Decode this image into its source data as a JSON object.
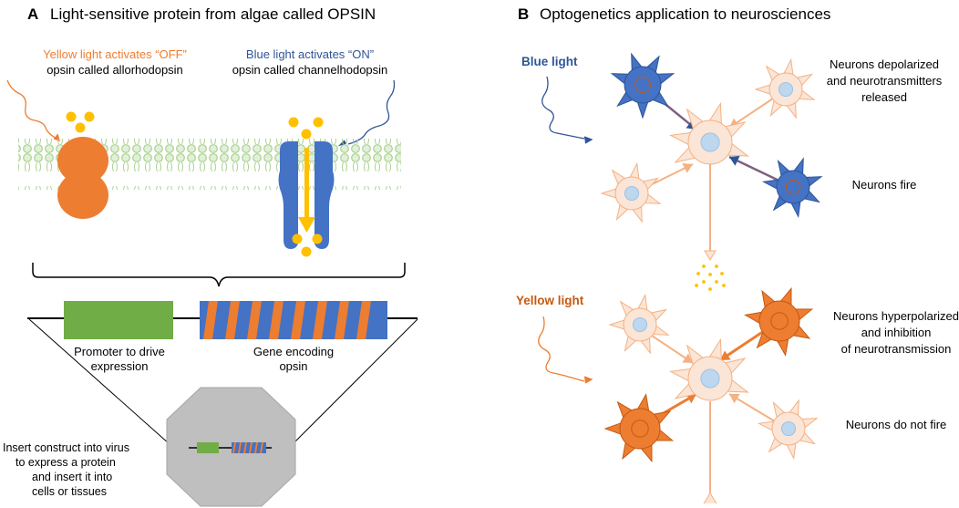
{
  "panel_a": {
    "letter": "A",
    "title": "Light-sensitive protein from algae called OPSIN",
    "yellow_line1": "Yellow light activates “OFF”",
    "yellow_line2": "opsin called allorhodopsin",
    "blue_line1": "Blue light activates “ON”",
    "blue_line2": "opsin called channelhodopsin",
    "promoter_line1": "Promoter to drive",
    "promoter_line2": "expression",
    "gene_line1": "Gene encoding",
    "gene_line2": "opsin",
    "insert_line1": "Insert construct into virus",
    "insert_line2": "to express a protein",
    "insert_line3": "and insert it into",
    "insert_line4": "cells or tissues"
  },
  "panel_b": {
    "letter": "B",
    "title": "Optogenetics application to neurosciences",
    "blue_light": "Blue light",
    "depolarized_line1": "Neurons depolarized",
    "depolarized_line2": "and neurotransmitters",
    "depolarized_line3": "released",
    "fire": "Neurons fire",
    "yellow_light": "Yellow light",
    "hyper_line1": "Neurons hyperpolarized",
    "hyper_line2": "and inhibition",
    "hyper_line3": "of neurotransmission",
    "no_fire": "Neurons do not fire"
  },
  "colors": {
    "orange": "#ED7D31",
    "blue": "#4472C4",
    "dark_blue": "#2F5597",
    "green": "#70AD47",
    "gold": "#FFC000",
    "membrane": "#A9D18E",
    "neuron_fill": "#FBE5D6",
    "neuron_stroke": "#F4B183",
    "nucleus": "#BDD7EE",
    "grey": "#BFBFBF",
    "line_blue": "#2E75B6",
    "line_orange": "#C55A11"
  }
}
